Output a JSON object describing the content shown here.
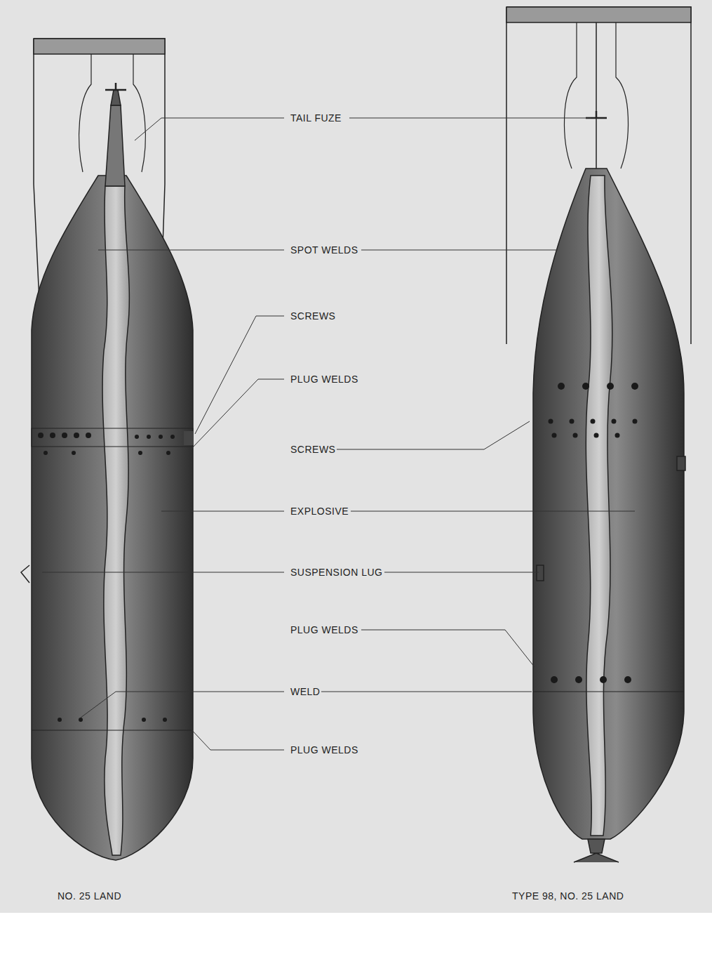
{
  "diagram": {
    "labels": [
      "TAIL FUZE",
      "SPOT WELDS",
      "SCREWS",
      "PLUG WELDS",
      "SCREWS",
      "EXPLOSIVE",
      "SUSPENSION LUG",
      "PLUG WELDS",
      "WELD",
      "PLUG WELDS",
      "NO. 25 LAND",
      "TYPE 98, NO. 25 LAND"
    ]
  }
}
